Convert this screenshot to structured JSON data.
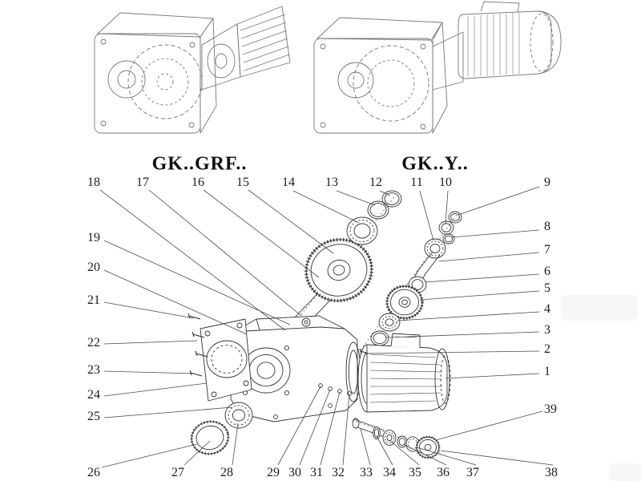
{
  "diagram": {
    "titles": {
      "left": "GK..GRF..",
      "right": "GK..Y.."
    },
    "callouts": {
      "top": [
        "18",
        "17",
        "16",
        "15",
        "14",
        "13",
        "12",
        "11",
        "10"
      ],
      "right": [
        "9",
        "8",
        "7",
        "6",
        "5",
        "4",
        "3",
        "2",
        "1",
        "39"
      ],
      "left": [
        "19",
        "20",
        "21",
        "22",
        "23",
        "24",
        "25"
      ],
      "bottom": [
        "26",
        "27",
        "28",
        "29",
        "30",
        "31",
        "32",
        "33",
        "34",
        "35",
        "36",
        "37",
        "38"
      ]
    },
    "colors": {
      "ink": "#333333",
      "leader": "#4a4a4a",
      "assembly": "#777777"
    }
  }
}
